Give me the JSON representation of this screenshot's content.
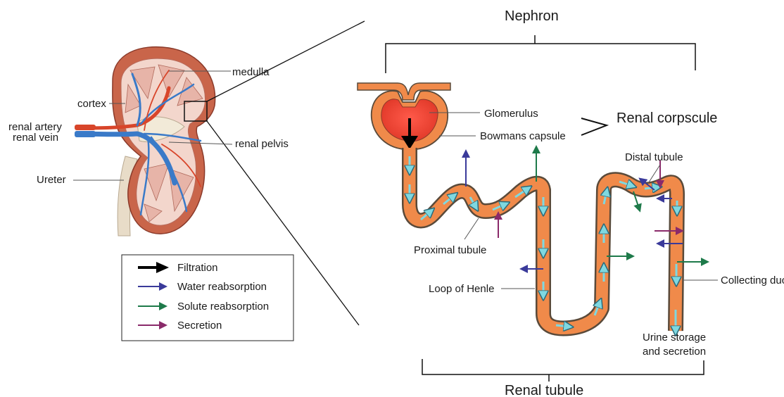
{
  "labels": {
    "medulla": "medulla",
    "cortex": "cortex",
    "renal_artery": "renal artery",
    "renal_vein": "renal vein",
    "renal_pelvis": "renal pelvis",
    "ureter": "Ureter",
    "nephron": "Nephron",
    "glomerulus": "Glomerulus",
    "bowmans_capsule": "Bowmans capsule",
    "renal_corpuscle": "Renal corpscule",
    "distal_tubule": "Distal tubule",
    "proximal_tubule": "Proximal tubule",
    "loop_of_henle": "Loop of Henle",
    "collecting_duct": "Collecting duct",
    "urine_line1": "Urine storage",
    "urine_line2": "and secretion",
    "renal_tubule": "Renal tubule"
  },
  "legend": [
    {
      "label": "Filtration",
      "color": "#000000"
    },
    {
      "label": "Water reabsorption",
      "color": "#3a3a9a"
    },
    {
      "label": "Solute reabsorption",
      "color": "#1e7a4a"
    },
    {
      "label": "Secretion",
      "color": "#8a2a6a"
    }
  ],
  "colors": {
    "tubule_fill": "#f08a4a",
    "tubule_edge": "#5a4a3a",
    "glomerulus": "#e84a3a",
    "flow_arrow": "#7fd8e0",
    "kidney_cortex": "#c9654a",
    "vessel_red": "#d8452a",
    "vessel_blue": "#3a7ac8"
  }
}
